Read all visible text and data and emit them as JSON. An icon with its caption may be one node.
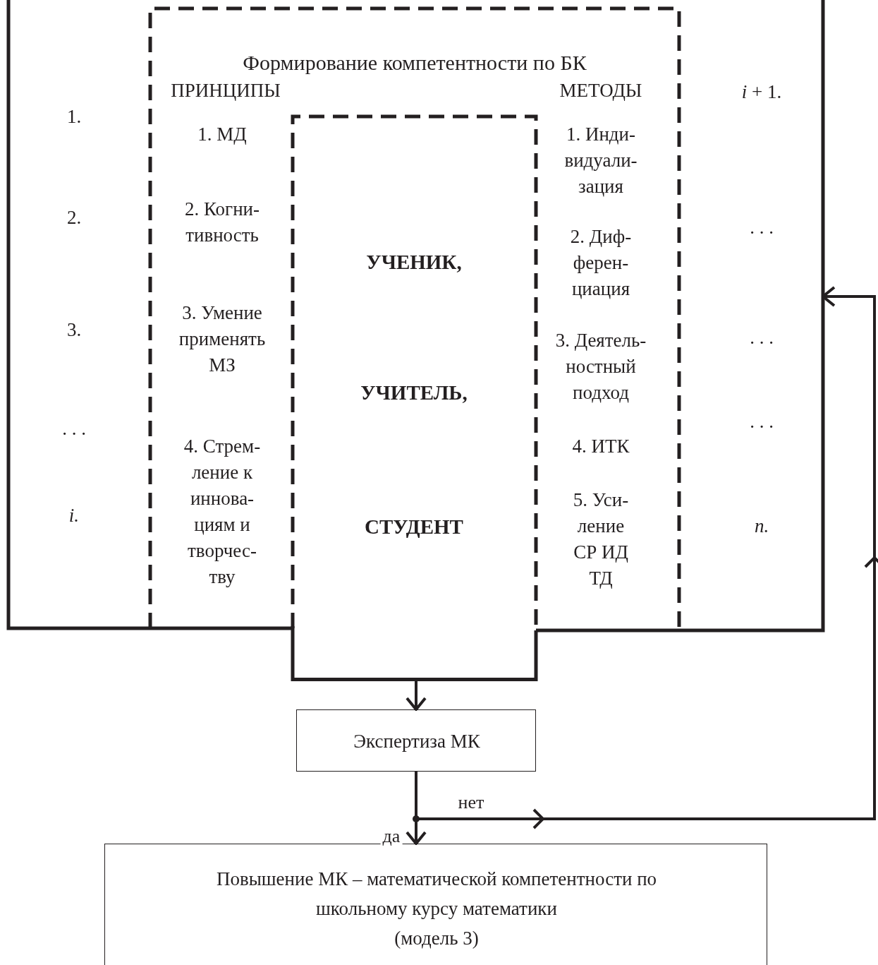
{
  "diagram": {
    "nodes": [
      {
        "text": [],
        "shape": "box"
      },
      {
        "text": [
          "Формирование компетентности по БК"
        ],
        "in": 0
      },
      {
        "text": [
          "УЧЕНИК,",
          "УЧИТЕЛЬ,",
          "СТУДЕНТ"
        ],
        "in": 0
      },
      {
        "text": [
          "Экспертиза МК"
        ]
      },
      {
        "text": [
          "Повышение МК – математической компетентности по школьному курсу математики",
          "(модель 3)"
        ]
      }
    ],
    "edges": [
      {
        "from": 2,
        "to": 3,
        "arrow": "to"
      },
      {
        "from": 3,
        "to": 4,
        "arrow": "to",
        "label": "да"
      },
      {
        "from": 3,
        "to": 0,
        "arrow": "to",
        "label": "нет"
      }
    ],
    "labels": [
      "ПРИНЦИПЫ",
      "МЕТОДЫ",
      "*i* + 1.",
      "1.",
      "1. МД",
      "1. Инди- видуали- зация",
      "2.",
      "2. Когни- тивность",
      "2. Диф- ферен- циация",
      ". . .",
      "3.",
      "3. Умение применять МЗ",
      "3. Деятель- ностный подход",
      ". . .",
      ". . .",
      ". . .",
      "4. Стрем- ление к иннова- циям и творчес- тву",
      "4. ИТК",
      "i.",
      "5. Уси- ление СР ИД ТД",
      "n."
    ]
  }
}
